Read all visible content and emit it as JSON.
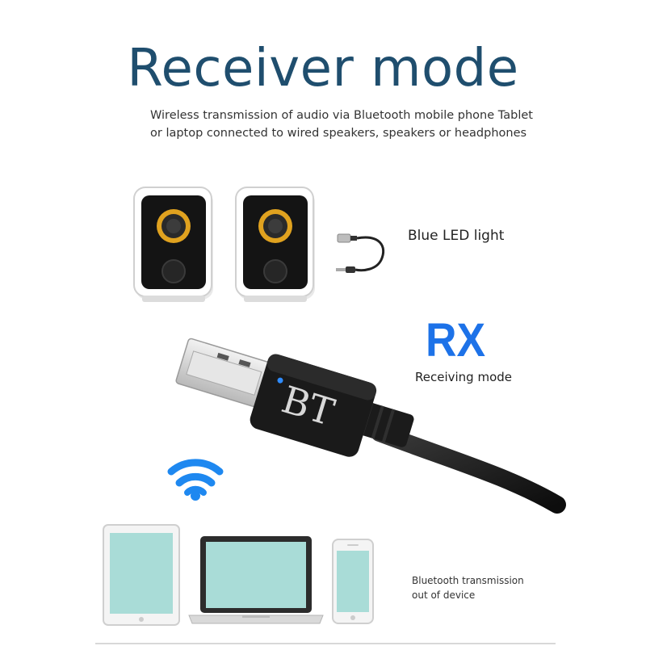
{
  "heading": {
    "title": "Receiver mode",
    "subtitle_line1": "Wireless transmission of audio via Bluetooth mobile phone Tablet",
    "subtitle_line2": "or laptop connected to wired speakers, speakers or headphones"
  },
  "labels": {
    "led": "Blue LED light",
    "rx": "RX",
    "receiving_mode": "Receiving mode",
    "bt_transmission_line1": "Bluetooth transmission",
    "bt_transmission_line2": "out of device"
  },
  "dongle": {
    "logo_text": "BT"
  },
  "icons": [
    "speaker-icon",
    "audio-cable-icon",
    "usb-dongle-icon",
    "wifi-icon",
    "tablet-icon",
    "laptop-icon",
    "phone-icon"
  ],
  "colors": {
    "title": "#1f4e6e",
    "rx": "#1d72e8",
    "wifi": "#1e88f0",
    "screen": "#a9dcd7",
    "speaker_ring": "#e0a21f"
  }
}
